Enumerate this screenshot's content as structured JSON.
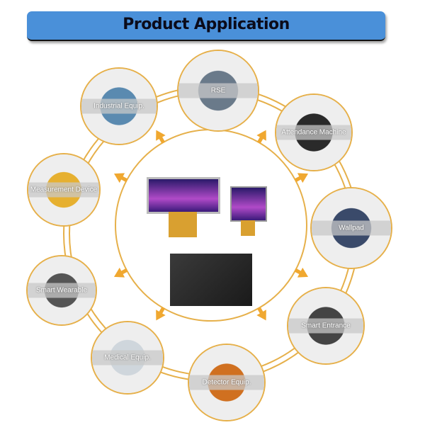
{
  "title": "Product Application",
  "colors": {
    "banner": "#4a90d9",
    "ring": "#e6b04a",
    "arrow": "#f0a830"
  },
  "applications": [
    {
      "label": "RSE",
      "icon": "car-screen-icon"
    },
    {
      "label": "Industrial Equip.",
      "icon": "industrial-panel-icon"
    },
    {
      "label": "Attendance Machine",
      "icon": "attendance-terminal-icon"
    },
    {
      "label": "Measurement Device",
      "icon": "thermal-camera-icon"
    },
    {
      "label": "Wallpad",
      "icon": "tablet-icon"
    },
    {
      "label": "Smart Wearable",
      "icon": "smartwatch-icon"
    },
    {
      "label": "Smart Entrance",
      "icon": "fingerprint-lock-icon"
    },
    {
      "label": "Medical Equip.",
      "icon": "medical-device-icon"
    },
    {
      "label": "Detector Equip.",
      "icon": "diagnostic-scanner-icon"
    }
  ]
}
